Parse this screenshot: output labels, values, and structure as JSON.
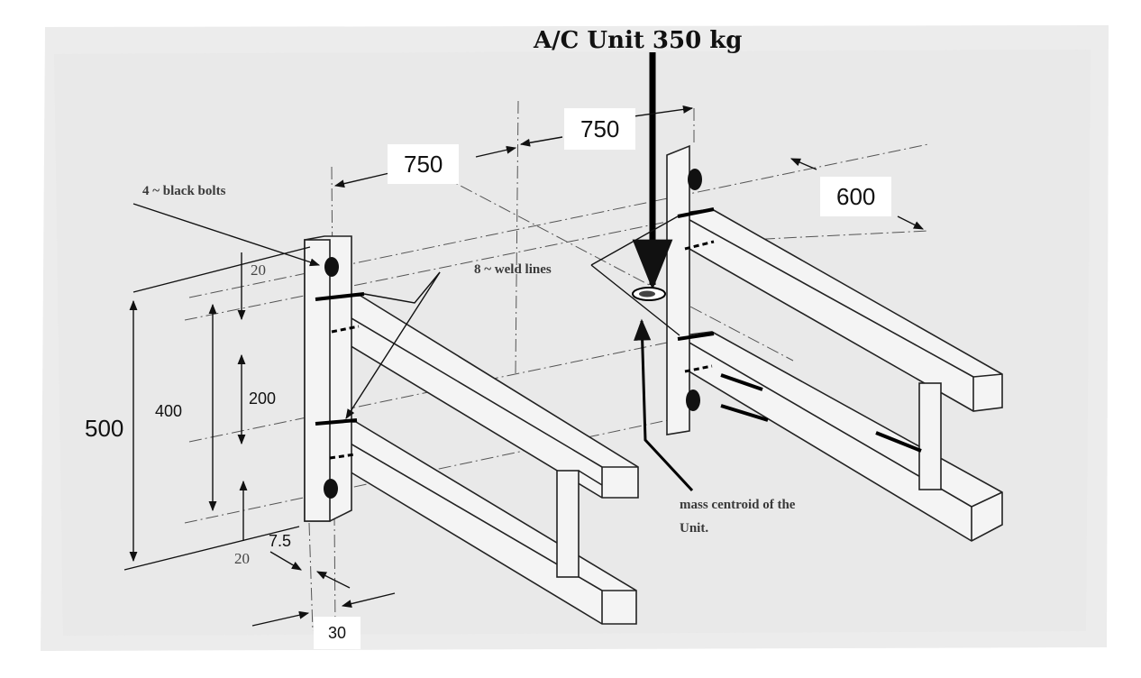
{
  "title": "A/C Unit 350 kg",
  "dimensions": {
    "span_left": "750",
    "span_right": "750",
    "depth": "600",
    "bracket_height": "500",
    "bolt_spacing": "400",
    "weld_spacing": "200",
    "bolt_edge_top": "20",
    "bolt_edge_bottom": "20",
    "bottom_edge": "20",
    "offset": "7.5",
    "plate_width": "30"
  },
  "labels": {
    "bolts": "4 ~ black bolts",
    "welds": "8 ~ weld lines",
    "centroid_line1": "mass centroid of the",
    "centroid_line2": "Unit."
  },
  "colors": {
    "ink": "#111111",
    "paper": "#ececec",
    "background": "#ffffff"
  }
}
